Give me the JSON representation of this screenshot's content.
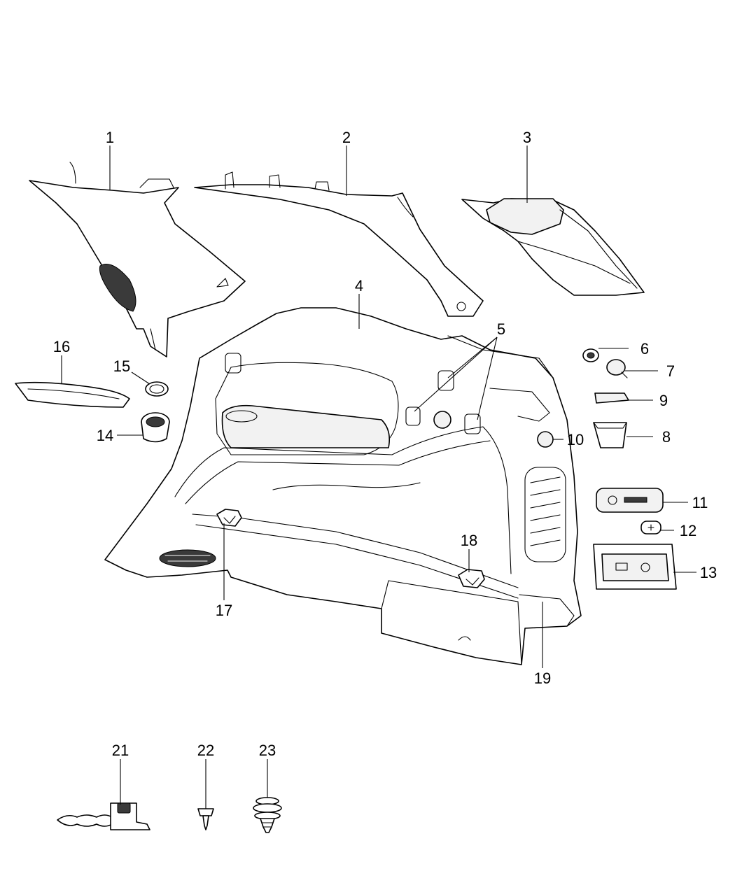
{
  "callouts": [
    {
      "id": "1",
      "label": "1"
    },
    {
      "id": "2",
      "label": "2"
    },
    {
      "id": "3",
      "label": "3"
    },
    {
      "id": "4",
      "label": "4"
    },
    {
      "id": "5",
      "label": "5"
    },
    {
      "id": "6",
      "label": "6"
    },
    {
      "id": "7",
      "label": "7"
    },
    {
      "id": "8",
      "label": "8"
    },
    {
      "id": "9",
      "label": "9"
    },
    {
      "id": "10",
      "label": "10"
    },
    {
      "id": "11",
      "label": "11"
    },
    {
      "id": "12",
      "label": "12"
    },
    {
      "id": "13",
      "label": "13"
    },
    {
      "id": "14",
      "label": "14"
    },
    {
      "id": "15",
      "label": "15"
    },
    {
      "id": "16",
      "label": "16"
    },
    {
      "id": "17",
      "label": "17"
    },
    {
      "id": "18",
      "label": "18"
    },
    {
      "id": "19",
      "label": "19"
    },
    {
      "id": "21",
      "label": "21"
    },
    {
      "id": "22",
      "label": "22"
    },
    {
      "id": "23",
      "label": "23"
    }
  ],
  "colors": {
    "line": "#000000",
    "background": "#ffffff",
    "shade": "#3a3a3a"
  }
}
